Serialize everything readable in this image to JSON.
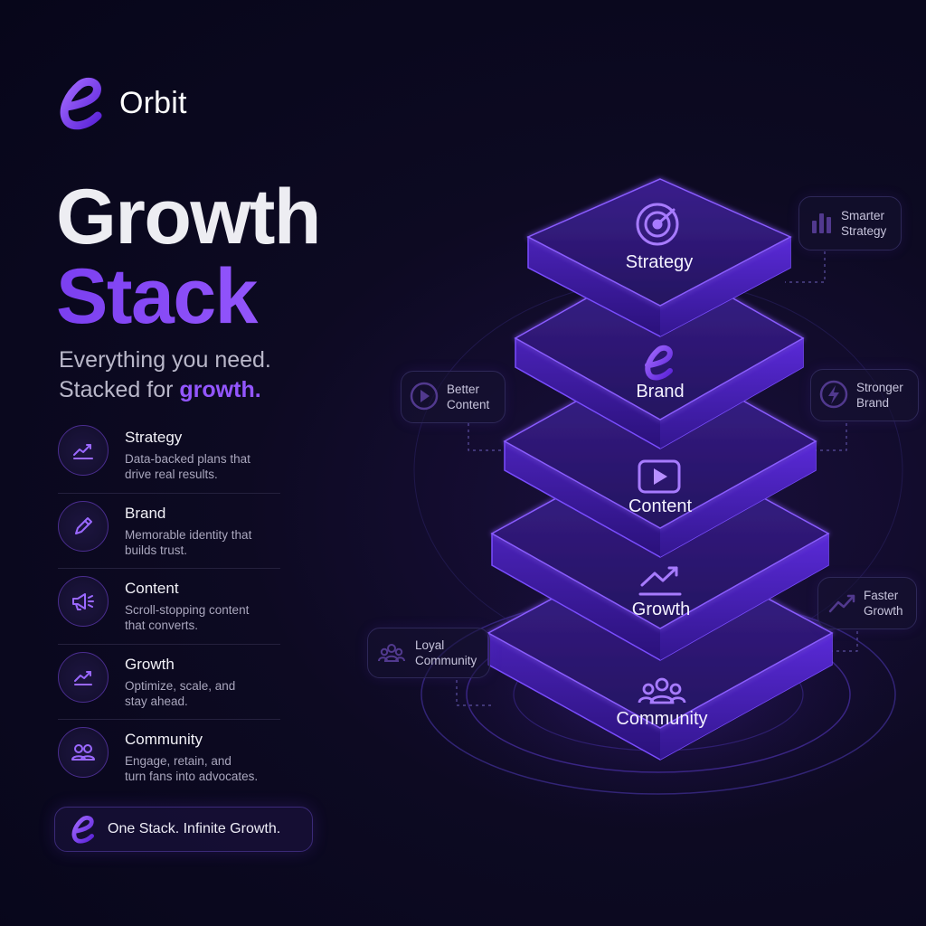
{
  "brand": {
    "name": "Orbit"
  },
  "headline": {
    "line1": "Growth",
    "line2": "Stack"
  },
  "tagline": {
    "line1": "Everything you need.",
    "line2_prefix": "Stacked for ",
    "line2_accent": "growth."
  },
  "features": [
    {
      "title": "Strategy",
      "desc_line1": "Data-backed plans that",
      "desc_line2": "drive real results.",
      "icon": "chart-trend-icon"
    },
    {
      "title": "Brand",
      "desc_line1": "Memorable identity that",
      "desc_line2": "builds trust.",
      "icon": "pencil-icon"
    },
    {
      "title": "Content",
      "desc_line1": "Scroll-stopping content",
      "desc_line2": "that converts.",
      "icon": "megaphone-icon"
    },
    {
      "title": "Growth",
      "desc_line1": "Optimize, scale, and",
      "desc_line2": "stay ahead.",
      "icon": "growth-arrow-icon"
    },
    {
      "title": "Community",
      "desc_line1": "Engage, retain, and",
      "desc_line2": "turn fans into advocates.",
      "icon": "people-icon"
    }
  ],
  "cta": {
    "label": "One Stack. Infinite Growth."
  },
  "stack_layers": [
    {
      "label": "Strategy",
      "icon": "target-icon"
    },
    {
      "label": "Brand",
      "icon": "orbit-logo-icon"
    },
    {
      "label": "Content",
      "icon": "play-icon"
    },
    {
      "label": "Growth",
      "icon": "trend-up-icon"
    },
    {
      "label": "Community",
      "icon": "people-icon"
    }
  ],
  "chips": {
    "smarter": {
      "line1": "Smarter",
      "line2": "Strategy",
      "icon": "bar-chart-icon"
    },
    "better": {
      "line1": "Better",
      "line2": "Content",
      "icon": "play-circle-icon"
    },
    "stronger": {
      "line1": "Stronger",
      "line2": "Brand",
      "icon": "lightning-icon"
    },
    "faster": {
      "line1": "Faster",
      "line2": "Growth",
      "icon": "trend-up-icon"
    },
    "loyal": {
      "line1": "Loyal",
      "line2": "Community",
      "icon": "people-icon"
    }
  },
  "colors": {
    "accent": "#8b4dff",
    "background": "#0b0920",
    "text": "#ffffff"
  }
}
